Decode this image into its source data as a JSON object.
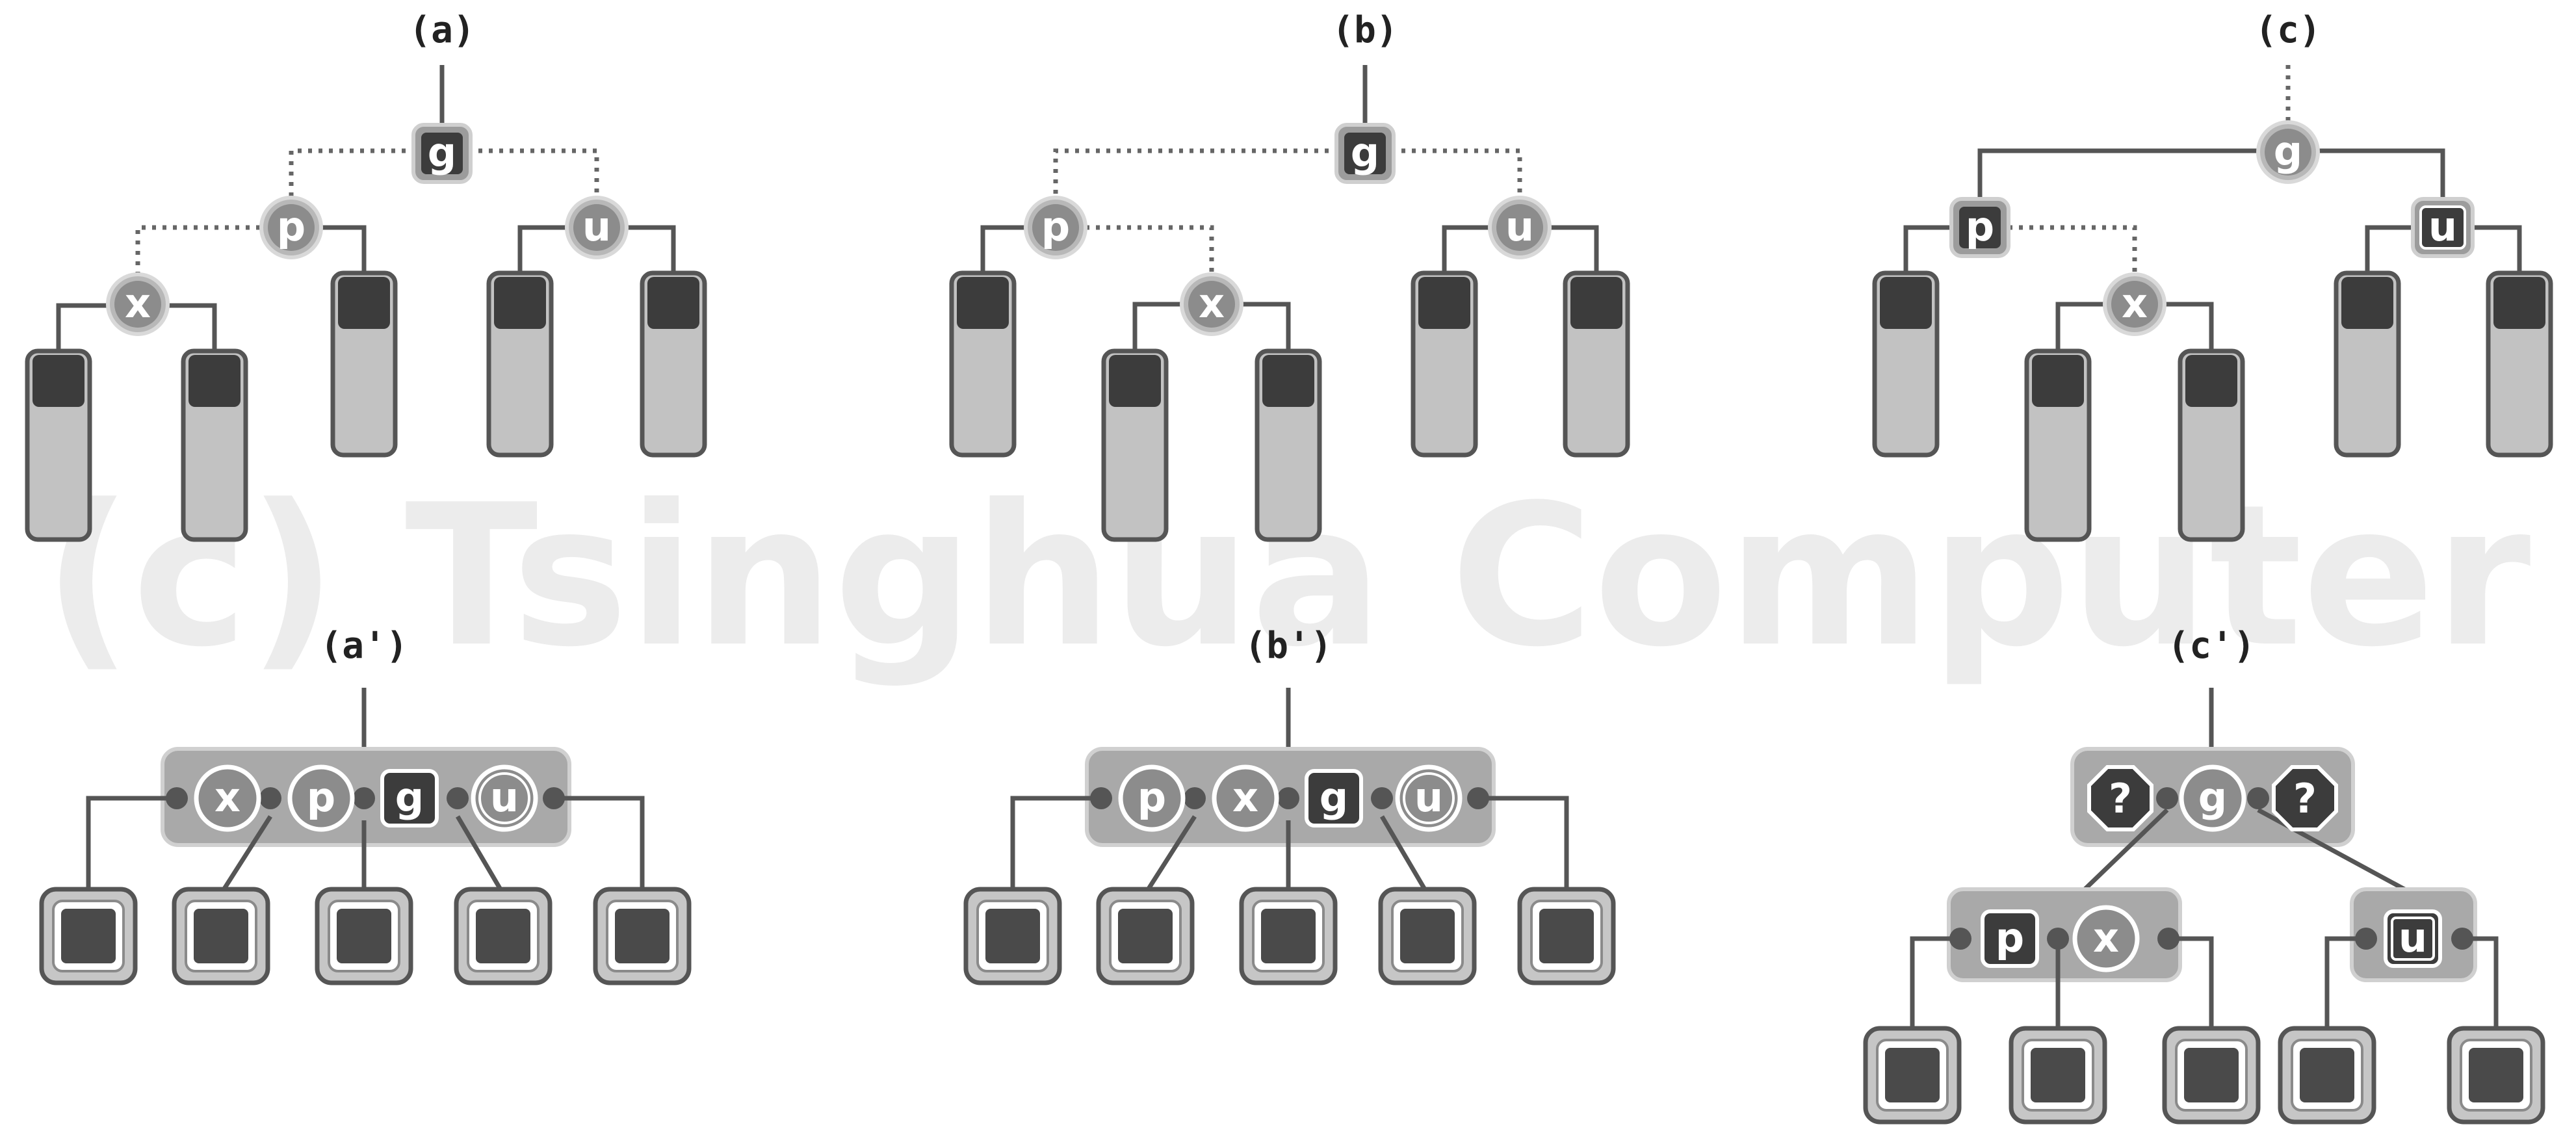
{
  "panels": {
    "a": {
      "label": "(a)"
    },
    "b": {
      "label": "(b)"
    },
    "c": {
      "label": "(c)"
    },
    "a2": {
      "label": "(a')"
    },
    "b2": {
      "label": "(b')"
    },
    "c2": {
      "label": "(c')"
    }
  },
  "nodes": {
    "g": "g",
    "p": "p",
    "u": "u",
    "x": "x",
    "unknown": "?"
  },
  "watermark": "(c) Tsinghua Computer",
  "colors": {
    "dark_node": "#3c3c3c",
    "mid_node": "#8c8c8c",
    "light_fill": "#c2c2c2",
    "outline": "#555555"
  }
}
